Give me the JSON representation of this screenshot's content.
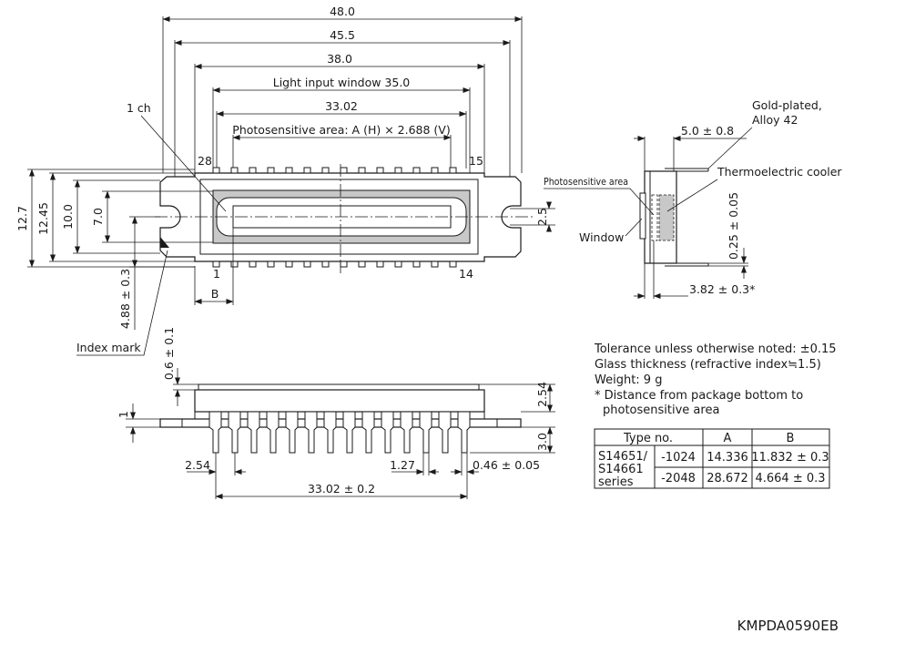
{
  "top_view": {
    "dim_total_width": "48.0",
    "dim_45_5": "45.5",
    "dim_38_0": "38.0",
    "dim_window": "Light input window 35.0",
    "dim_33_02": "33.02",
    "dim_photosensitive": "Photosensitive area: A (H) × 2.688 (V)",
    "label_1ch": "1 ch",
    "pin_28": "28",
    "pin_15": "15",
    "pin_1": "1",
    "pin_14": "14",
    "dim_b": "B",
    "dim_12_7": "12.7",
    "dim_12_45": "12.45",
    "dim_10_0": "10.0",
    "dim_7_0": "7.0",
    "dim_2_5": "2.5",
    "dim_4_88": "4.88 ± 0.3",
    "label_index_mark": "Index mark"
  },
  "side_view": {
    "label_gold": "Gold-plated,",
    "label_alloy": "Alloy 42",
    "dim_5_0": "5.0 ± 0.8",
    "label_photosensitive": "Photosensitive area",
    "label_cooler": "Thermoelectric cooler",
    "label_window": "Window",
    "dim_0_25": "0.25 ± 0.05",
    "dim_3_82": "3.82 ± 0.3*"
  },
  "front_view": {
    "dim_0_6": "0.6 ± 0.1",
    "dim_1": "1",
    "dim_2_54_v": "2.54",
    "dim_3_0": "3.0",
    "dim_2_54_h": "2.54",
    "dim_1_27": "1.27",
    "dim_0_46": "0.46 ± 0.05",
    "dim_33_02": "33.02 ± 0.2"
  },
  "notes": [
    "Tolerance unless otherwise noted: ±0.15",
    "Glass thickness (refractive index≒1.5)",
    "Weight: 9 g",
    "* Distance from package bottom to",
    "photosensitive area"
  ],
  "table": {
    "headers": [
      "Type no.",
      "A",
      "B"
    ],
    "series_lines": [
      "S14651/",
      "S14661",
      "series"
    ],
    "rows": [
      {
        "type": "-1024",
        "a": "14.336",
        "b": "11.832 ± 0.3"
      },
      {
        "type": "-2048",
        "a": "28.672",
        "b": "4.664 ± 0.3"
      }
    ]
  },
  "drawing_code": "KMPDA0590EB"
}
